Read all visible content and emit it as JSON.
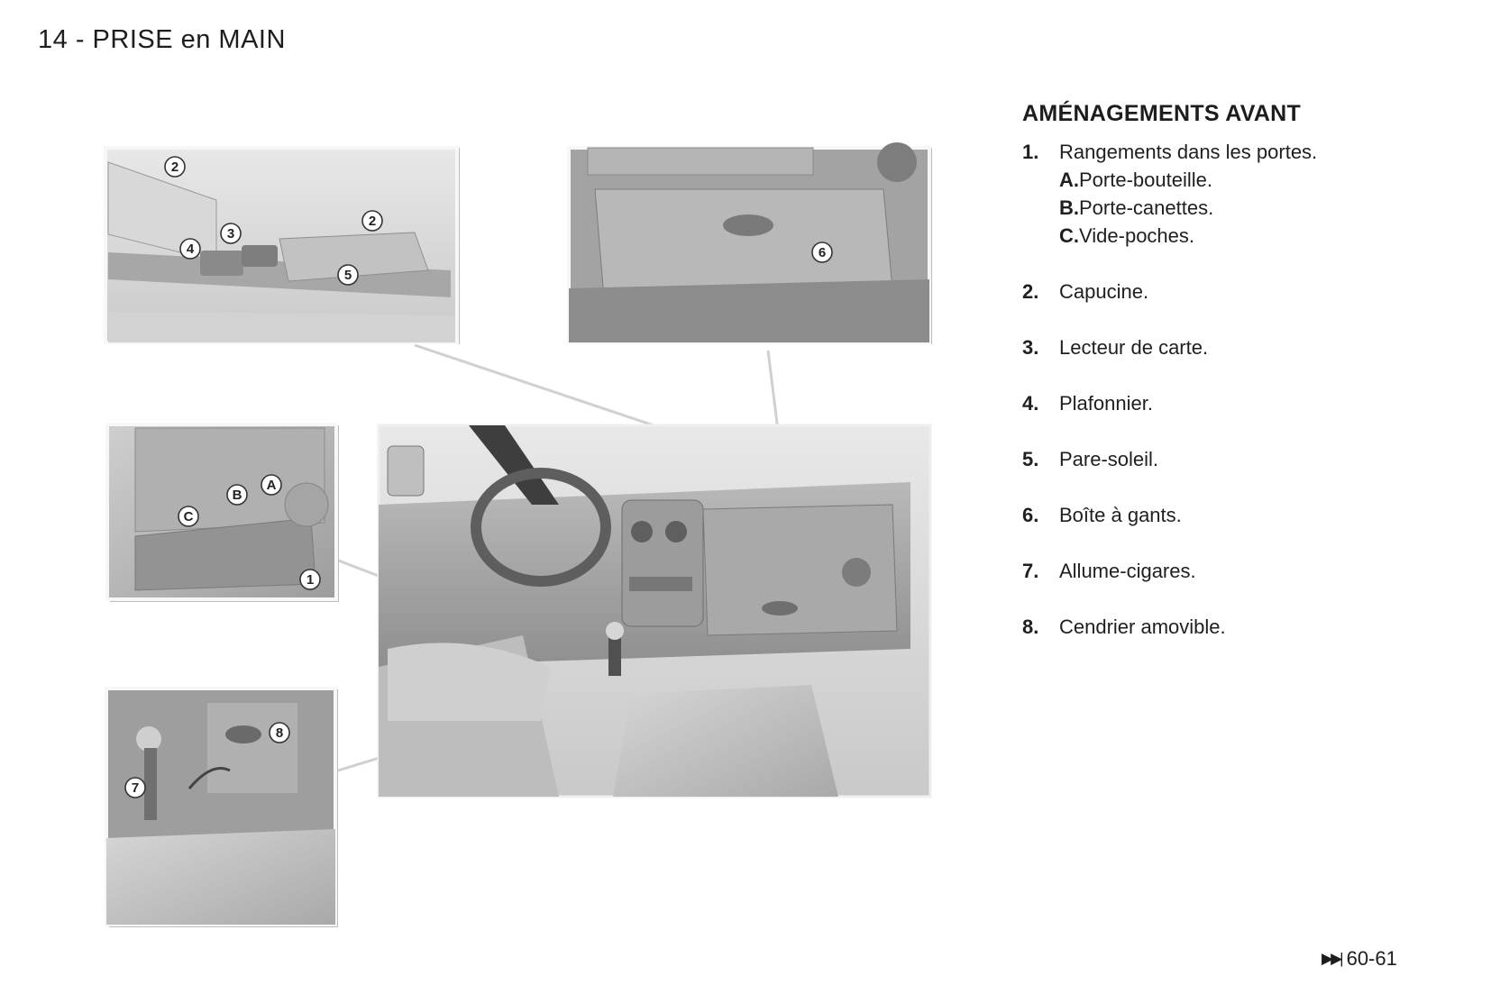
{
  "page": {
    "header": "14 - PRISE en MAIN",
    "footer_ref": "60-61",
    "footer_icon": "skip-forward-icon"
  },
  "figure": {
    "callouts": {
      "c1": "1",
      "c2a": "2",
      "c2b": "2",
      "c3": "3",
      "c4": "4",
      "c5": "5",
      "c6": "6",
      "c7": "7",
      "c8": "8",
      "cA": "A",
      "cB": "B",
      "cC": "C"
    }
  },
  "section": {
    "title": "AMÉNAGEMENTS AVANT",
    "items": [
      {
        "num": "1.",
        "label": "Rangements dans les portes.",
        "subs": [
          {
            "letter": "A.",
            "text": "Porte-bouteille."
          },
          {
            "letter": "B.",
            "text": "Porte-canettes."
          },
          {
            "letter": "C.",
            "text": "Vide-poches."
          }
        ]
      },
      {
        "num": "2.",
        "label": "Capucine."
      },
      {
        "num": "3.",
        "label": "Lecteur de carte."
      },
      {
        "num": "4.",
        "label": "Plafonnier."
      },
      {
        "num": "5.",
        "label": "Pare-soleil."
      },
      {
        "num": "6.",
        "label": "Boîte à gants."
      },
      {
        "num": "7.",
        "label": "Allume-cigares."
      },
      {
        "num": "8.",
        "label": "Cendrier amovible."
      }
    ]
  }
}
